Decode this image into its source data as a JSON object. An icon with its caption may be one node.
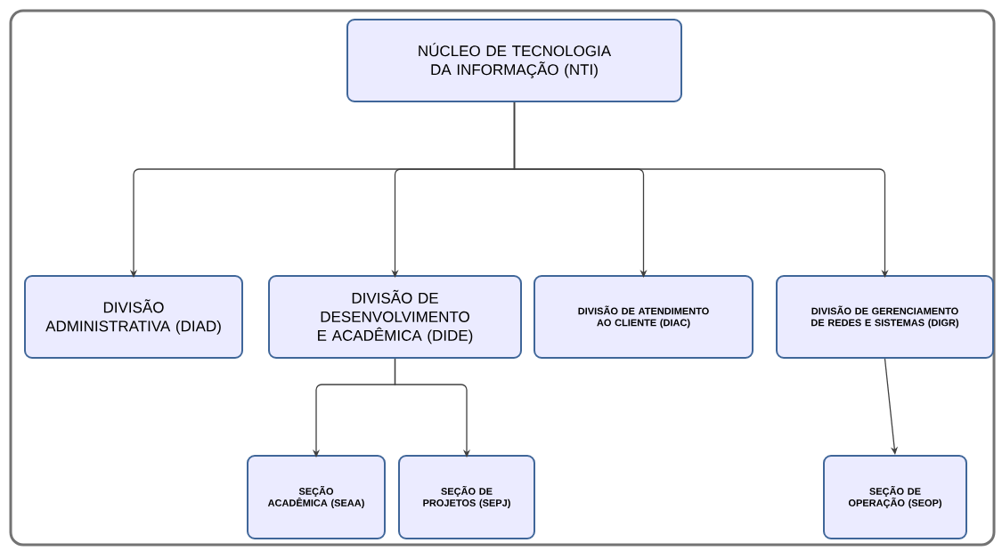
{
  "diagram": {
    "nodes": [
      {
        "text": [
          "NÚCLEO DE TECNOLOGIA DA INFORMAÇÃO (NTI)"
        ]
      },
      {
        "text": [
          "DIVISÃO ADMINISTRATIVA (DIAD)"
        ]
      },
      {
        "text": [
          "DIVISÃO DE DESENVOLVIMENTO E ACADÊMICA (DIDE)"
        ]
      },
      {
        "text": [
          "DIVISÃO DE ATENDIMENTO AO CLIENTE (DIAC)"
        ]
      },
      {
        "text": [
          "DIVISÃO DE GERENCIAMENTO DE REDES E SISTEMAS (DIGR)"
        ]
      },
      {
        "text": [
          "SEÇÃO ACADÊMICA (SEAA)"
        ]
      },
      {
        "text": [
          "SEÇÃO DE PROJETOS (SEPJ)"
        ]
      },
      {
        "text": [
          "SEÇÃO DE OPERAÇÃO (SEOP)"
        ]
      }
    ],
    "edges": [
      {
        "from": 0,
        "to": 1,
        "arrow": "to"
      },
      {
        "from": 0,
        "to": 2,
        "arrow": "to"
      },
      {
        "from": 0,
        "to": 3,
        "arrow": "to"
      },
      {
        "from": 0,
        "to": 4,
        "arrow": "to"
      },
      {
        "from": 2,
        "to": 5,
        "arrow": "to"
      },
      {
        "from": 2,
        "to": 6,
        "arrow": "to"
      },
      {
        "from": 4,
        "to": 7,
        "arrow": "to"
      }
    ]
  }
}
